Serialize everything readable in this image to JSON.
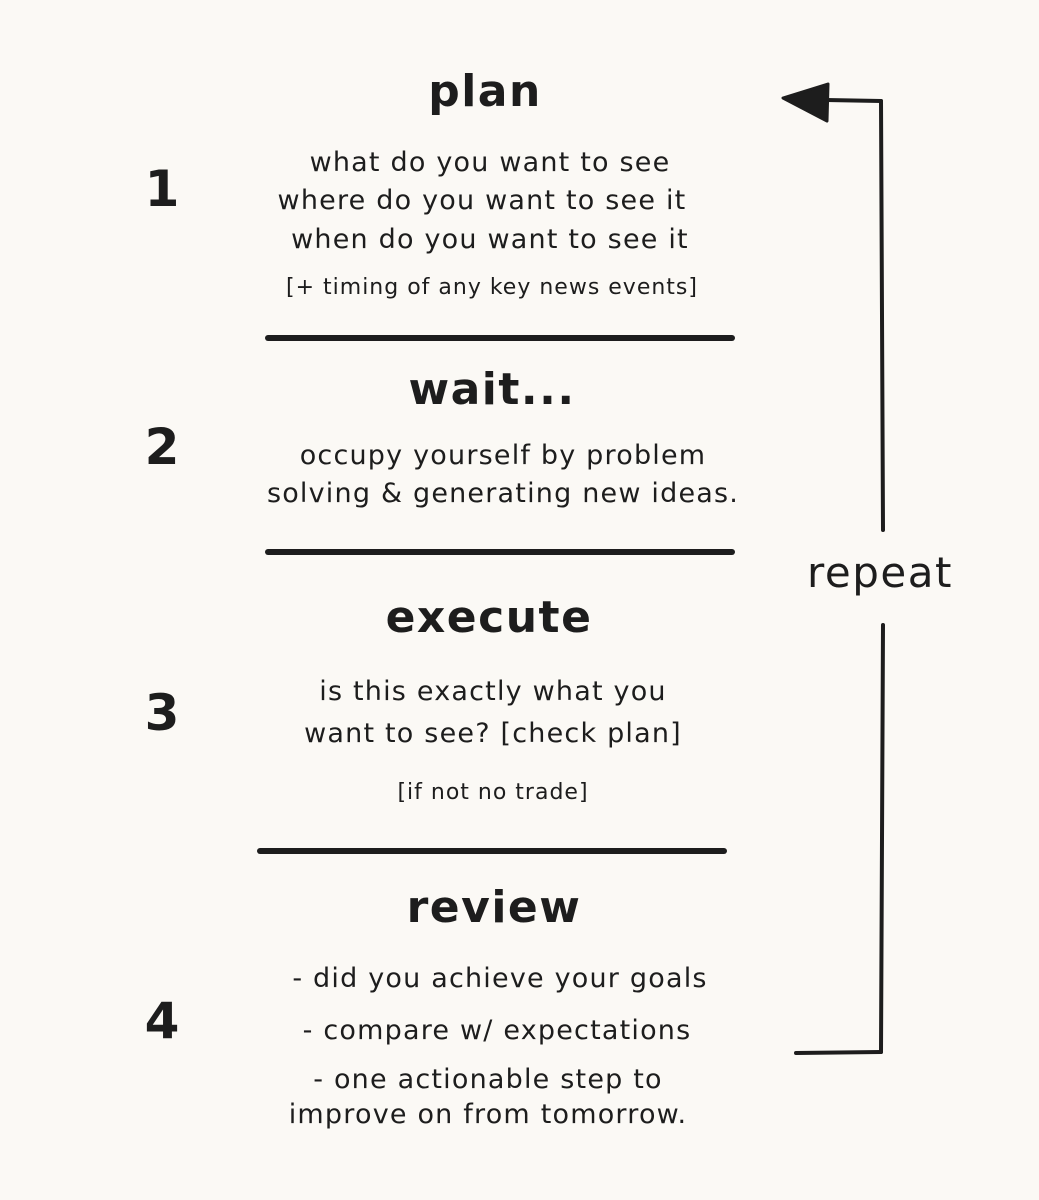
{
  "steps": [
    {
      "number": "1",
      "title": "plan",
      "lines": [
        "what do you want to see",
        "where do you want to see it",
        "when do you want to see it"
      ],
      "note": "[+ timing of any key news events]"
    },
    {
      "number": "2",
      "title": "wait...",
      "lines": [
        "occupy yourself by problem",
        "solving & generating new ideas."
      ],
      "note": ""
    },
    {
      "number": "3",
      "title": "execute",
      "lines": [
        "is this exactly what you",
        "want to see? [check plan]"
      ],
      "note": "[if not no trade]"
    },
    {
      "number": "4",
      "title": "review",
      "lines": [
        "- did you achieve your goals",
        "- compare w/ expectations",
        "- one actionable step to",
        "improve on from tomorrow."
      ],
      "note": ""
    }
  ],
  "loop": {
    "label": "repeat",
    "color": "#1d1d1d"
  }
}
